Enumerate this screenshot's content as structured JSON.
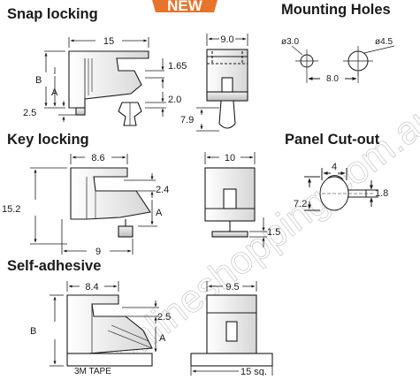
{
  "badge": {
    "text": "NEW",
    "color": "#e8732a"
  },
  "sections": {
    "snap_locking": {
      "title": "Snap locking",
      "dims": {
        "width": "15",
        "height_b": "B",
        "height_a": "A",
        "base": "2.5",
        "top_gap": "1.65",
        "pin_gap": "2.0",
        "side_width": "9.0",
        "side_height": "7.9"
      }
    },
    "key_locking": {
      "title": "Key locking",
      "dims": {
        "top_width": "8.6",
        "height": "15.2",
        "step": "2.4",
        "height_a": "A",
        "bottom_width": "9",
        "side_width": "10",
        "key_height": "1.5"
      }
    },
    "self_adhesive": {
      "title": "Self-adhesive",
      "dims": {
        "top_width": "8.4",
        "height_b": "B",
        "step": "2.5",
        "height_a": "A",
        "tape_label": "3M TAPE",
        "side_width": "9.5",
        "base_size": "15 sq."
      }
    },
    "mounting_holes": {
      "title": "Mounting Holes",
      "dims": {
        "small_hole": "ø3.0",
        "large_hole": "ø4.5",
        "spacing": "8.0"
      }
    },
    "panel_cutout": {
      "title": "Panel Cut-out",
      "dims": {
        "width": "4",
        "height": "7.2",
        "slot": "1.8"
      }
    }
  },
  "watermark": {
    "text": "onlineshopping.com.au"
  }
}
